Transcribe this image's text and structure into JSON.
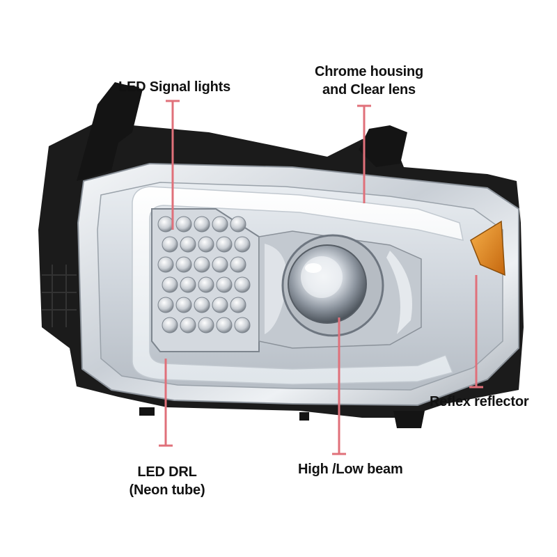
{
  "callouts": {
    "led_signal": {
      "text": "LED Signal lights"
    },
    "chrome_housing": {
      "line1": "Chrome housing",
      "line2": "and Clear lens"
    },
    "reflex": {
      "text": "Reflex reflector"
    },
    "high_low": {
      "text": "High /Low beam"
    },
    "drl": {
      "line1": "LED DRL",
      "line2": "(Neon tube)"
    }
  },
  "colors": {
    "callout_line": "#e0707a",
    "label_text": "#111111",
    "housing_black": "#1b1b1b",
    "chrome": "#d8dde3",
    "amber": "#e48a1c"
  }
}
